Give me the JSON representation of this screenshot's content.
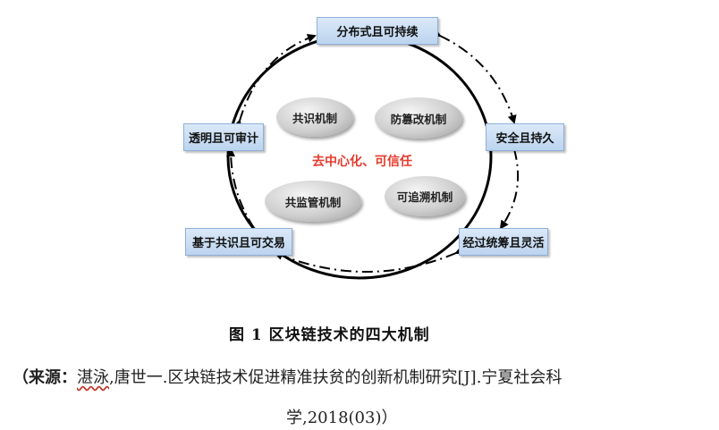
{
  "diagram": {
    "center_label": "去中心化、可信任",
    "nodes": {
      "top": "分布式且可持续",
      "right_upper": "安全且持久",
      "right_lower": "经过统筹且灵活",
      "left_lower": "基于共识且可交易",
      "left_upper": "透明且可审计"
    },
    "mechanisms": {
      "consensus": "共识机制",
      "anti_tamper": "防篡改机制",
      "co_supervision": "共监管机制",
      "traceable": "可追溯机制"
    }
  },
  "caption": {
    "figure_label": "图 1  区块链技术的四大机制",
    "source_open": "（来源：",
    "author_marked": "湛泳",
    "source_rest": ",唐世一.区块链技术促进精准扶贫的创新机制研究[J].宁夏社会科",
    "source_line2": "学,2018(03)）"
  },
  "colors": {
    "node_fill": "#c9dcf2",
    "center_text": "#e53b2c"
  }
}
